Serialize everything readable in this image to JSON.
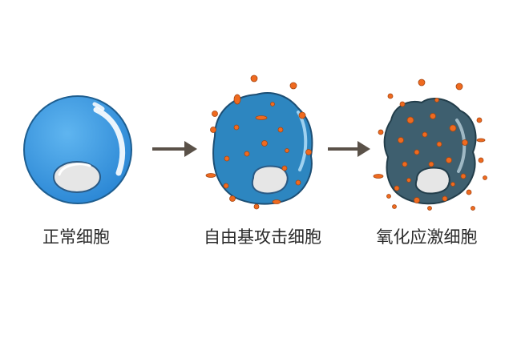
{
  "stages": [
    {
      "label": "正常细胞",
      "cell_color": "#3a96e0"
    },
    {
      "label": "自由基攻击细胞",
      "cell_color": "#2d86c0"
    },
    {
      "label": "氧化应激细胞",
      "cell_color": "#3e5f6f"
    }
  ],
  "colors": {
    "outline": "#1e4e78",
    "free_radical": "#ef6a1f",
    "arrow": "#5a5148",
    "nucleus": "#e6e6e6"
  },
  "icons": [
    "normal-cell-icon",
    "attacked-cell-icon",
    "stressed-cell-icon",
    "arrow-right-icon"
  ]
}
